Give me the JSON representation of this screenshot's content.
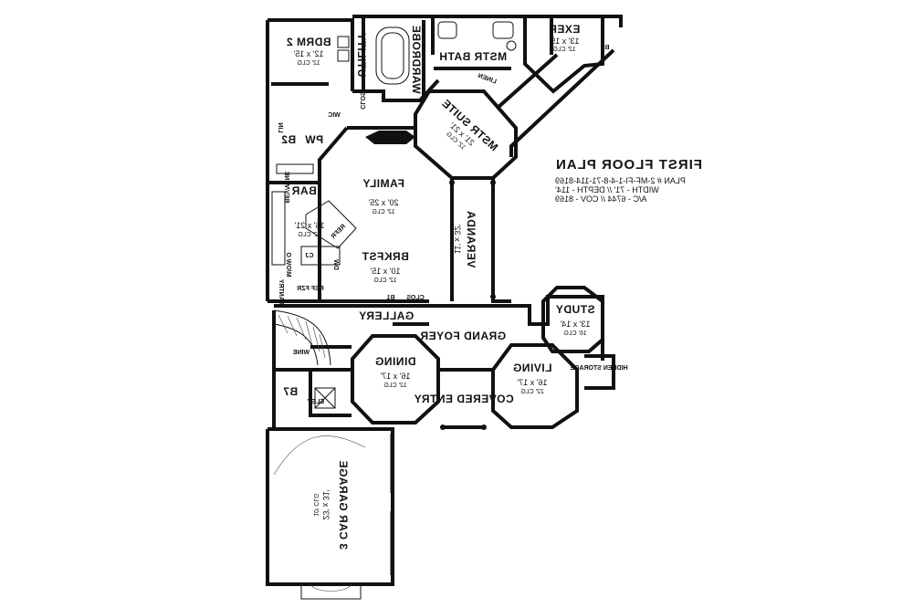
{
  "plan": {
    "title": "FIRST FLOOR PLAN",
    "meta": [
      "PLAN # 2-MF-FI-1-4-8-71-114-8169",
      "WIDTH - 71' // DEPTH - 114'",
      "A/C - 6744 // COV - 8169"
    ]
  },
  "rooms": {
    "bdrm2": {
      "name": "BDRM 2",
      "dim": "12' x 15'",
      "clg": "12' CLG"
    },
    "utility": {
      "name": "UTILITY"
    },
    "wardrobe": {
      "name": "WARDROBE"
    },
    "mstr_bath": {
      "name": "MSTR BATH"
    },
    "exer": {
      "name": "EXER",
      "dim": "13' x 15'",
      "clg": "12' CLG"
    },
    "b8": {
      "name": "B8"
    },
    "linen": {
      "name": "LINEN"
    },
    "mstr_suite": {
      "name": "MSTR SUITE",
      "dim": "21' x 21'",
      "clg": "12' CLG"
    },
    "wic": {
      "name": "WIC"
    },
    "lin": {
      "name": "LIN"
    },
    "b2": {
      "name": "B2"
    },
    "pw": {
      "name": "PW"
    },
    "clos_top": {
      "name": "CLOS"
    },
    "family": {
      "name": "FAMILY",
      "dim": "20' x 25'",
      "clg": "12' CLG"
    },
    "bar": {
      "name": "BAR"
    },
    "bev_wine": {
      "name": "BEV/WINE"
    },
    "kitchen": {
      "dim": "16' x 21'",
      "clg": "12' CLG"
    },
    "refr": {
      "name": "REFR"
    },
    "dw": {
      "name": "DW"
    },
    "cj": {
      "name": "CJ"
    },
    "mow_o": {
      "name": "M/OW O"
    },
    "ref_fzr": {
      "name": "REF FZR"
    },
    "pantry": {
      "name": "PANTRY"
    },
    "brkfst": {
      "name": "BRKFST",
      "dim": "10' x 15'",
      "clg": "12' CLG"
    },
    "b1": {
      "name": "B1"
    },
    "clos_mid": {
      "name": "CLOS"
    },
    "veranda": {
      "name": "VERANDA",
      "dim": "11' x 32'"
    },
    "study": {
      "name": "STUDY",
      "dim": "13' x 14'",
      "clg": "16' CLG"
    },
    "gallery": {
      "name": "GALLERY"
    },
    "grand_foyer": {
      "name": "GRAND FOYER"
    },
    "wine": {
      "name": "WINE"
    },
    "dining": {
      "name": "DINING",
      "dim": "16' x 17'",
      "clg": "12' CLG"
    },
    "living": {
      "name": "LIVING",
      "dim": "16' x 17'",
      "clg": "22' CLG"
    },
    "hidden_storage": {
      "name": "HIDDEN STORAGE"
    },
    "b7": {
      "name": "B7"
    },
    "elev": {
      "name": "ELEV"
    },
    "covered_entry": {
      "name": "COVERED ENTRY"
    },
    "garage": {
      "name": "3 CAR GARAGE",
      "dim": "23' x 31'",
      "clg": "10' CLG"
    }
  }
}
